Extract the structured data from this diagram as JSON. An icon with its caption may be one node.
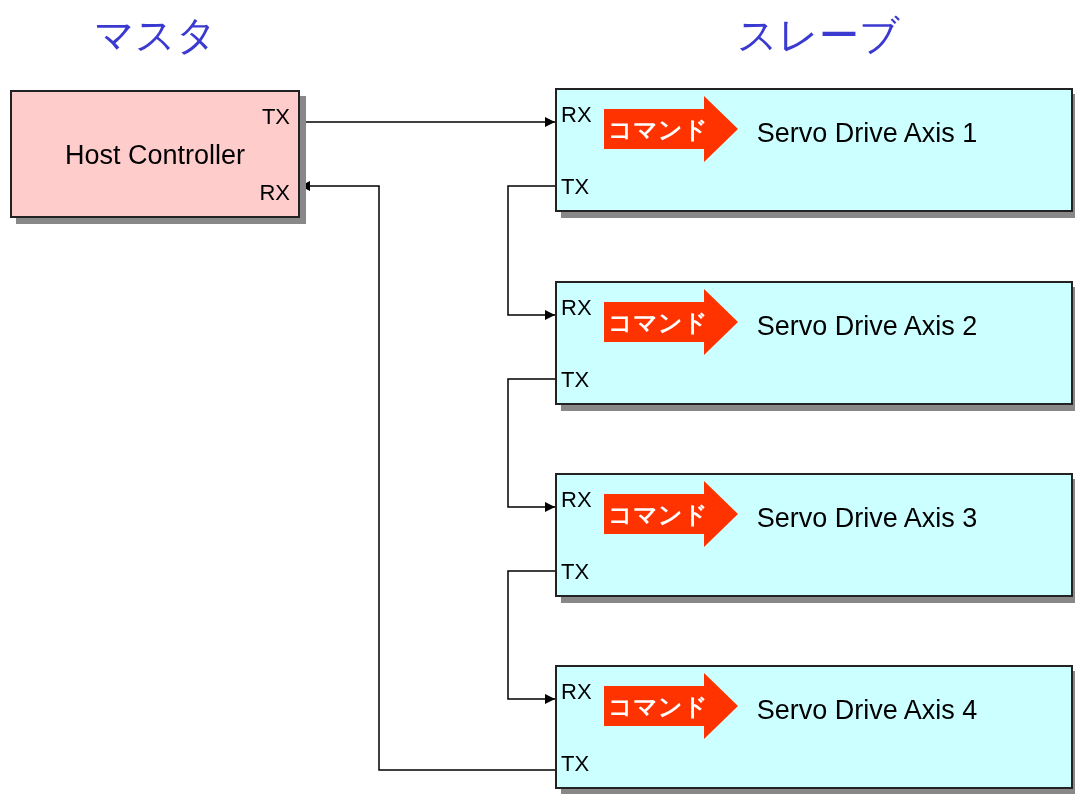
{
  "diagram": {
    "nodes": [
      {
        "text": [
          "TX",
          "Host Controller",
          "RX"
        ]
      },
      {
        "text": [
          "RX",
          "Servo Drive Axis 1",
          "TX"
        ]
      },
      {
        "text": [
          "コマンド"
        ],
        "in": 1
      },
      {
        "text": [
          "RX",
          "Servo Drive Axis 2",
          "TX"
        ]
      },
      {
        "text": [
          "コマンド"
        ],
        "in": 3
      },
      {
        "text": [
          "RX",
          "Servo Drive Axis 3",
          "TX"
        ]
      },
      {
        "text": [
          "コマンド"
        ],
        "in": 5
      },
      {
        "text": [
          "RX",
          "Servo Drive Axis 4",
          "TX"
        ]
      },
      {
        "text": [
          "コマンド"
        ],
        "in": 7
      }
    ],
    "edges": [
      {
        "from": 0,
        "to": 1,
        "arrow": "to"
      },
      {
        "from": 1,
        "to": 3,
        "arrow": "to"
      },
      {
        "from": 3,
        "to": 5,
        "arrow": "to"
      },
      {
        "from": 5,
        "to": 7,
        "arrow": "to"
      },
      {
        "from": 7,
        "to": 0,
        "arrow": "to"
      }
    ],
    "labels": [
      "マスタ",
      "スレーブ"
    ]
  }
}
